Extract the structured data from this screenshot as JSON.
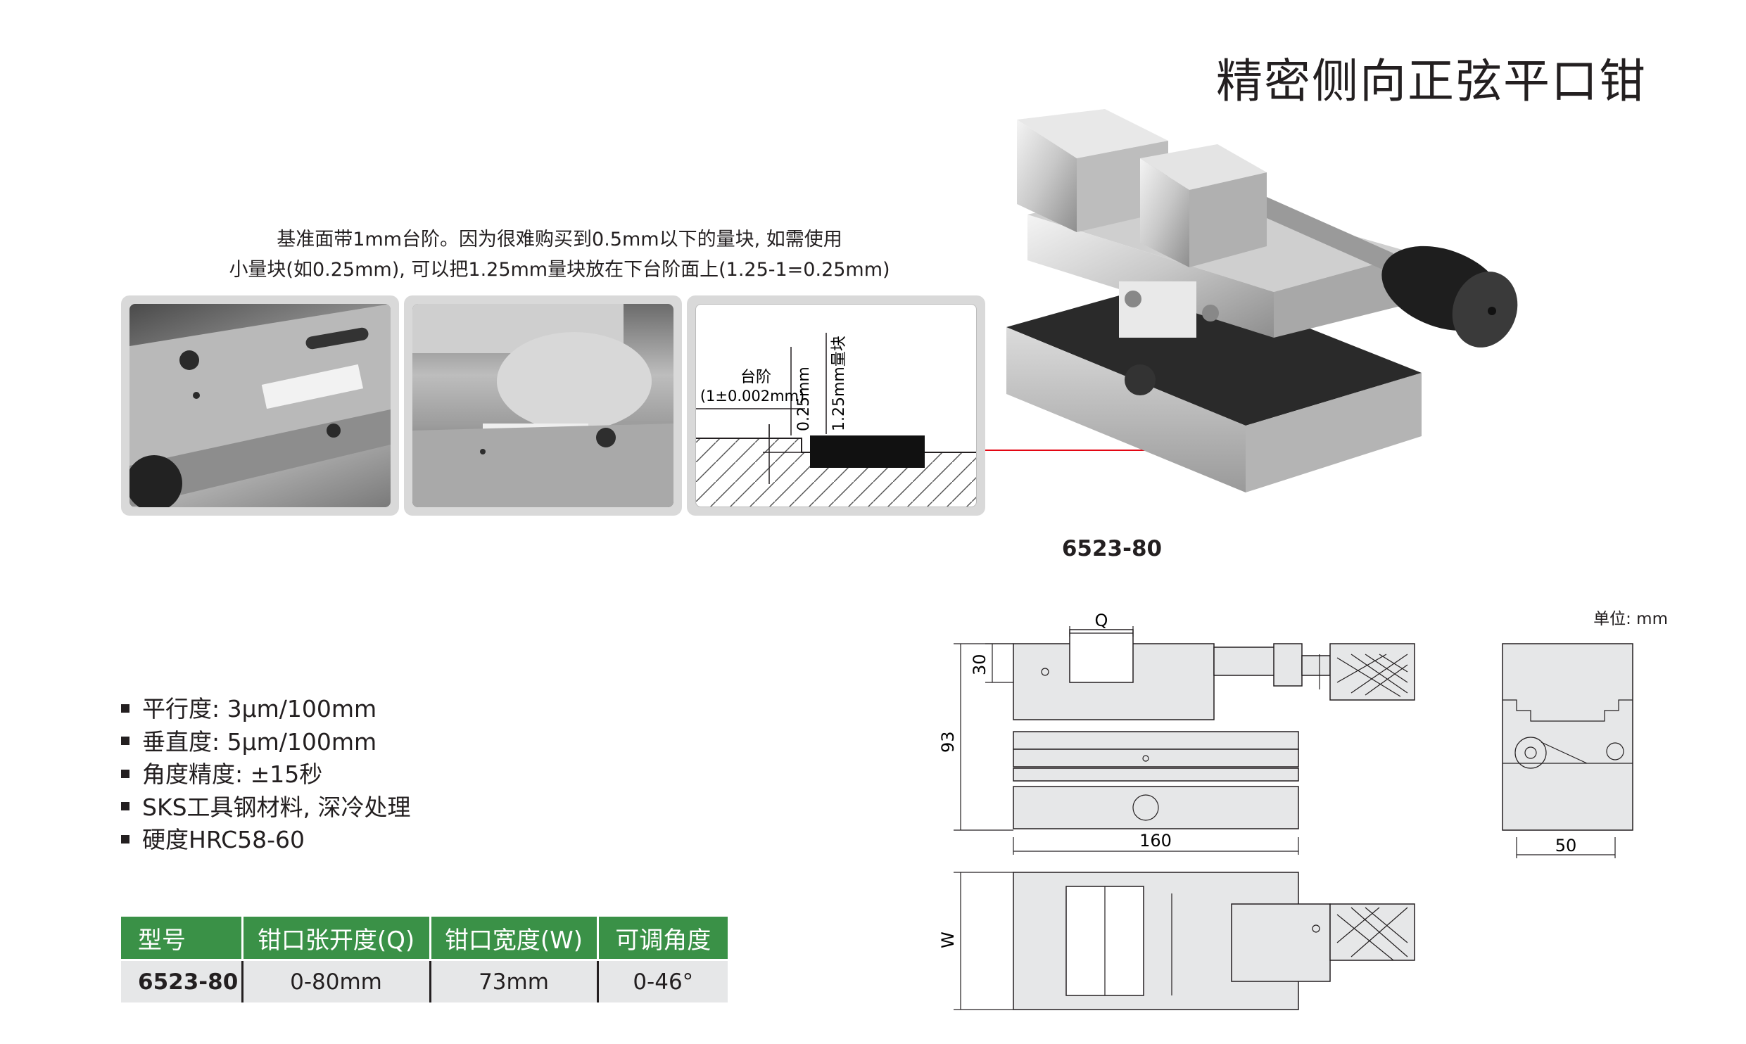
{
  "title": "精密侧向正弦平口钳",
  "note": {
    "line1": "基准面带1mm台阶。因为很难购买到0.5mm以下的量块, 如需使用",
    "line2": "小量块(如0.25mm), 可以把1.25mm量块放在下台阶面上(1.25-1=0.25mm)"
  },
  "detail_diagram": {
    "step_label": "台阶",
    "step_tolerance": "(1±0.002mm)",
    "dim_small": "0.25mm",
    "dim_block": "1.25mm量块"
  },
  "photo_caption": "6523-80",
  "unit_label": "单位: mm",
  "drawing": {
    "dim_q": "Q",
    "dim_30": "30",
    "dim_93": "93",
    "dim_160": "160",
    "dim_50": "50",
    "dim_w": "W"
  },
  "specs": [
    "平行度: 3μm/100mm",
    "垂直度: 5μm/100mm",
    "角度精度: ±15秒",
    "SKS工具钢材料, 深冷处理",
    "硬度HRC58-60"
  ],
  "table": {
    "headers": [
      "型号",
      "钳口张开度(Q)",
      "钳口宽度(W)",
      "可调角度"
    ],
    "rows": [
      [
        "6523-80",
        "0-80mm",
        "73mm",
        "0-46°"
      ]
    ]
  },
  "colors": {
    "header_green": "#3a9147",
    "row_gray": "#e6e7e8",
    "leader_red": "#e30613"
  }
}
